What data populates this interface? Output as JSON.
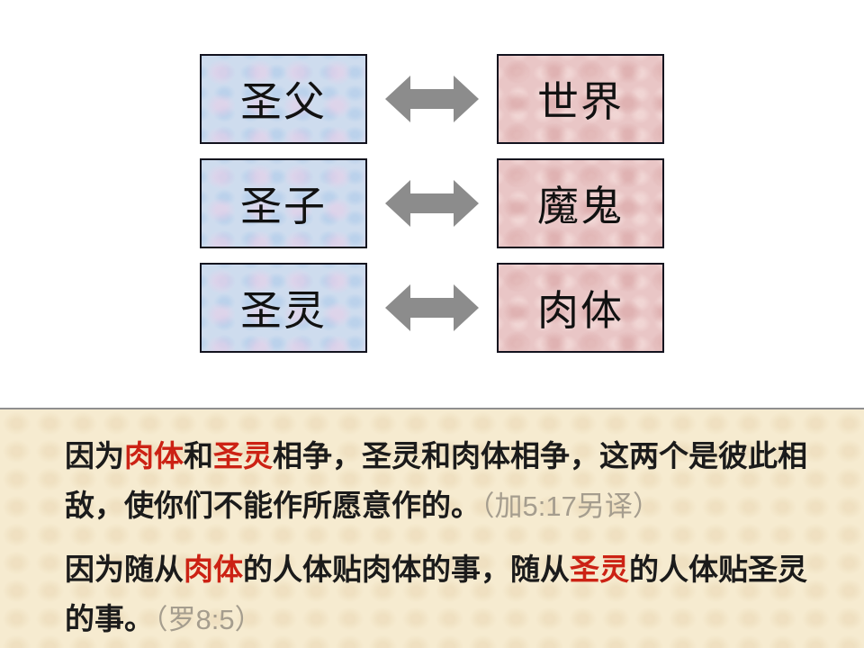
{
  "diagram": {
    "rows": [
      {
        "left": "圣父",
        "right": "世界"
      },
      {
        "left": "圣子",
        "right": "魔鬼"
      },
      {
        "left": "圣灵",
        "right": "肉体"
      }
    ],
    "arrow_icon": "left-right-double-arrow"
  },
  "quote_panel": {
    "paragraphs": [
      {
        "lines": [
          {
            "segments": [
              {
                "text": "因为",
                "style": "normal"
              },
              {
                "text": "肉体",
                "style": "red"
              },
              {
                "text": "和",
                "style": "normal"
              },
              {
                "text": "圣灵",
                "style": "red"
              },
              {
                "text": "相争，圣灵和肉体相争，这两个是彼此相",
                "style": "normal"
              }
            ]
          },
          {
            "segments": [
              {
                "text": "敌，使你们不能作所愿意作的。",
                "style": "normal"
              },
              {
                "text": "（加5:17另译）",
                "style": "ref"
              }
            ]
          }
        ]
      },
      {
        "lines": [
          {
            "segments": [
              {
                "text": "因为随从",
                "style": "normal"
              },
              {
                "text": "肉体",
                "style": "red"
              },
              {
                "text": "的人体贴肉体的事，随从",
                "style": "normal"
              },
              {
                "text": "圣灵",
                "style": "red"
              },
              {
                "text": "的人体贴圣灵",
                "style": "normal"
              }
            ]
          },
          {
            "segments": [
              {
                "text": "的事。",
                "style": "normal"
              },
              {
                "text": "（罗8:5）",
                "style": "ref"
              }
            ]
          }
        ]
      }
    ]
  },
  "colors": {
    "left_box_fill": "#cedcee",
    "right_box_fill": "#e9c6c6",
    "box_border": "#12121e",
    "arrow_gray": "#8c8c8c",
    "panel_background": "#f6ebd0",
    "panel_border": "#8f8f8f",
    "body_text": "#1b1b1b",
    "highlight_red": "#cc2214",
    "reference_gray": "#a59d8e"
  }
}
